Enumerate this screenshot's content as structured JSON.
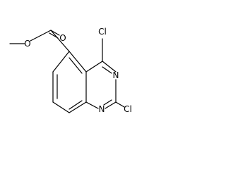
{
  "molecule": {
    "atoms": {
      "ester_carbonyl_o": "O",
      "ester_ether_o": "O",
      "chloro_c4": "Cl",
      "chloro_c2": "Cl",
      "n3": "N",
      "n1": "N"
    }
  }
}
